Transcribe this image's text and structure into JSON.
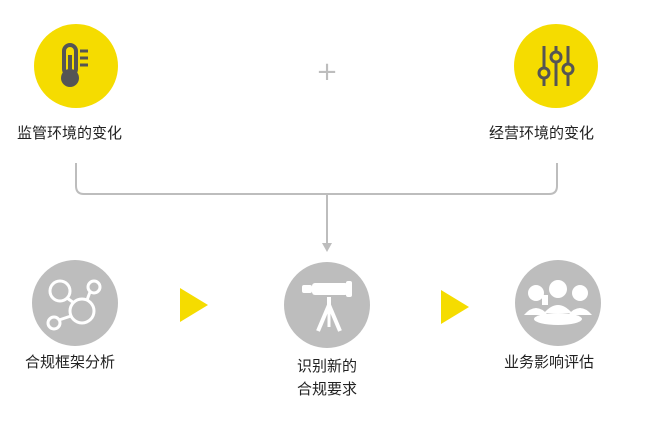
{
  "top_left": {
    "label": "监管环境的变化",
    "icon": "thermometer-icon"
  },
  "top_right": {
    "label": "经营环境的变化",
    "icon": "sliders-icon"
  },
  "plus_sign": "+",
  "bottom_left": {
    "label": "合规框架分析",
    "icon": "network-nodes-icon"
  },
  "bottom_center": {
    "label_line1": "识别新的",
    "label_line2": "合规要求",
    "icon": "telescope-icon"
  },
  "bottom_right": {
    "label": "业务影响评估",
    "icon": "people-group-icon"
  },
  "colors": {
    "yellow": "#f5dc00",
    "gray": "#bdbdbd",
    "icon_dark": "#555555",
    "line": "#bdbdbd"
  }
}
